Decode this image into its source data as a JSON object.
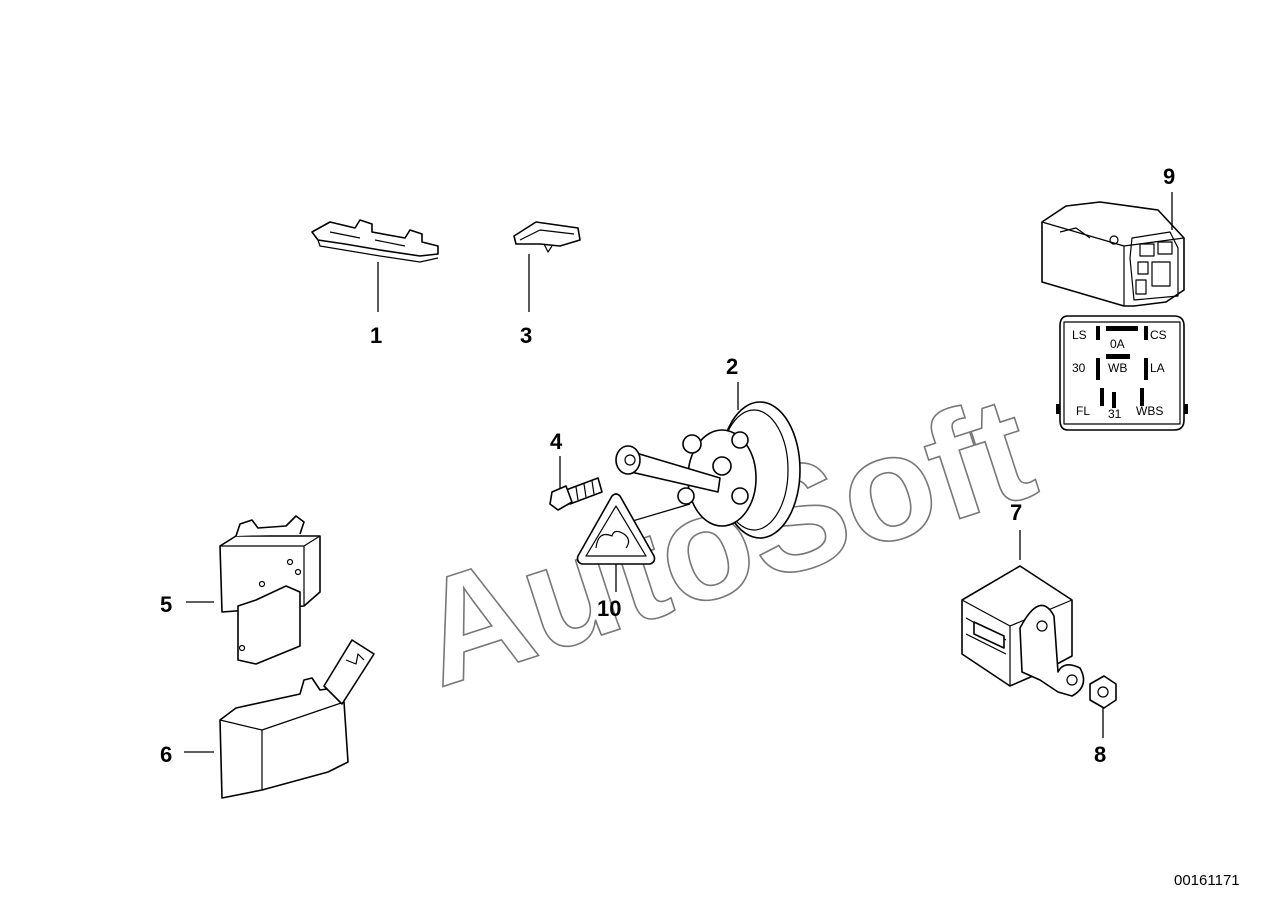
{
  "diagram": {
    "watermark": "AutoSoft",
    "reference_number": "00161171",
    "callouts": [
      "1",
      "2",
      "3",
      "4",
      "5",
      "6",
      "7",
      "8",
      "9",
      "10"
    ],
    "relay_pins": {
      "ls": "LS",
      "oa": "0A",
      "cs": "CS",
      "p30": "30",
      "wb": "WB",
      "la": "LA",
      "fl": "FL",
      "p31": "31",
      "wbs": "WBS"
    }
  }
}
